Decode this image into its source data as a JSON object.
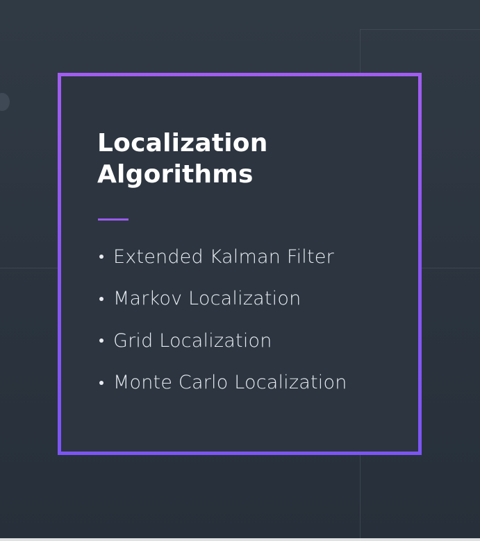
{
  "slide": {
    "title_lines": [
      "Localization",
      "Algorithms"
    ],
    "bullets": [
      "Extended Kalman Filter",
      "Markov Localization",
      "Grid Localization",
      "Monte Carlo Localization"
    ]
  },
  "colors": {
    "background": "#2c3540",
    "frame_gradient_top": "#a15df0",
    "frame_gradient_bottom": "#7c55f4",
    "accent": "#9b5bf3",
    "text": "#ffffff"
  }
}
